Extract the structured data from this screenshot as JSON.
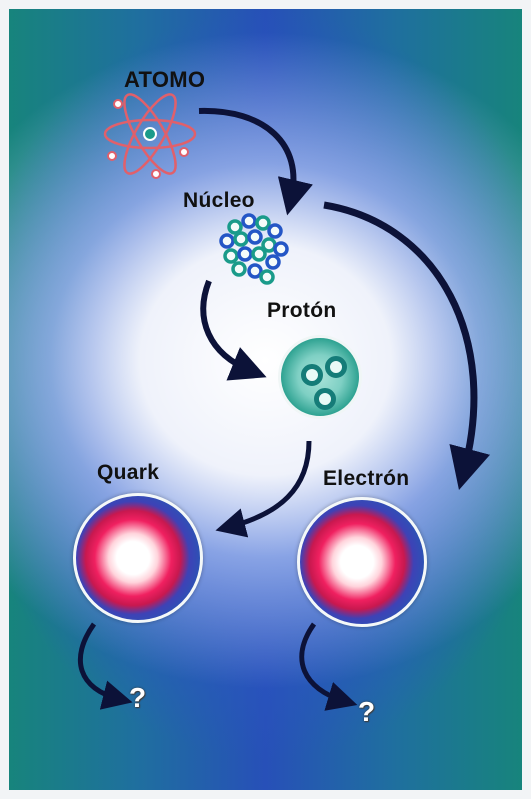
{
  "diagram": {
    "labels": {
      "atomo": "ATOMO",
      "nucleo": "Núcleo",
      "proton": "Protón",
      "quark": "Quark",
      "electron": "Electrón"
    },
    "unknown_left": "?",
    "unknown_right": "?",
    "colors": {
      "background_teal": "#17847c",
      "background_blue": "#2750b8",
      "arrow": "#0c1238",
      "sphere_red": "#e8174f",
      "sphere_blue": "#2f4fb5",
      "nucleon_teal": "#1a9b8a",
      "nucleon_blue": "#2456c6",
      "atom_orbit": "#e0606b"
    }
  }
}
